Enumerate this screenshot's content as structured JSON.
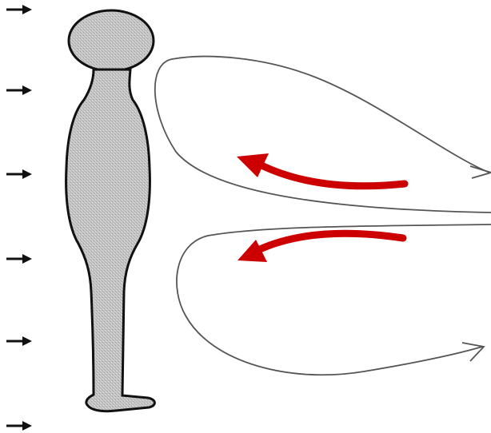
{
  "diagram": {
    "wind_arrow_count": 6,
    "colors": {
      "background": "#ffffff",
      "figure_fill": "#bdbdbd",
      "figure_outline": "#111111",
      "flow_loops": "#555555",
      "flow_arrows": "#cc0000",
      "wind_arrows": "#111111"
    },
    "icons": {
      "figure": "standing-person-silhouette",
      "wind": "small-right-arrow",
      "flow": "curved-left-arrow"
    }
  }
}
